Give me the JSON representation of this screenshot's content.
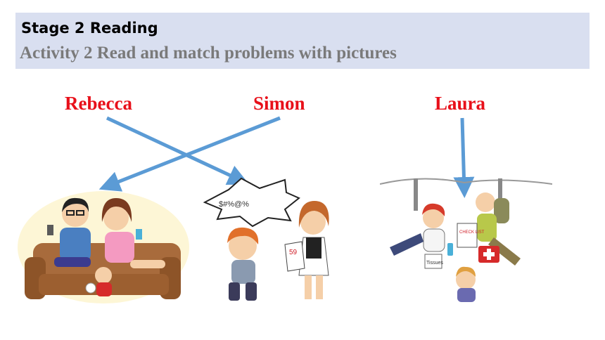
{
  "header": {
    "stage_title": "Stage 2 Reading",
    "activity_title": "Activity 2 Read and match problems with pictures"
  },
  "names": {
    "rebecca": "Rebecca",
    "simon": "Simon",
    "laura": "Laura"
  },
  "pictures": {
    "speech_bubble_text": "$#%@%",
    "paper_text": "59",
    "checklist_text": "CHECK LIST",
    "tissues_text": "Tissues"
  },
  "colors": {
    "header_bg": "#d9dff0",
    "name_red": "#e8101a",
    "arrow_blue": "#5b9bd5",
    "subtitle_gray": "#7a7a7a"
  }
}
